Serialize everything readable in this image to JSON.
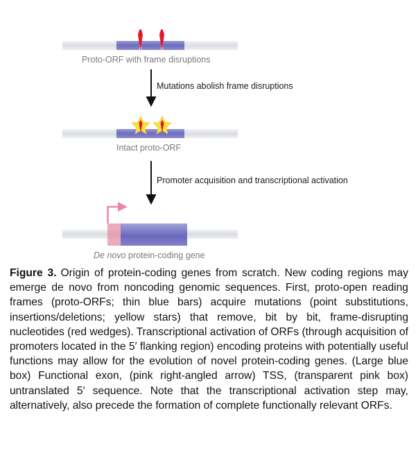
{
  "diagram": {
    "stage1_label": "Proto-ORF with frame disruptions",
    "step1_label": "Mutations abolish frame disruptions",
    "stage2_label": "Intact proto-ORF",
    "step2_label": "Promoter acquisition and transcriptional activation",
    "stage3_label_italic": "De novo",
    "stage3_label_rest": " protein-coding gene",
    "colors": {
      "genome_bar": "#dfe1e6",
      "orf_blue": "#7f7fc4",
      "exon_blue": "#6f6fc0",
      "wedge_red": "#e01a2a",
      "star_yellow": "#f7e23a",
      "tss_pink": "#e889a8",
      "utr_pink": "#e58fa6"
    }
  },
  "caption": {
    "label": "Figure 3.",
    "text": "Origin of protein-coding genes from scratch. New coding regions may emerge de novo from noncoding genomic sequences. First, proto-open reading frames (proto-ORFs; thin blue bars) acquire mutations (point substitutions, insertions/deletions; yellow stars) that remove, bit by bit, frame-disrupting nucleotides (red wedges). Transcriptional activation of ORFs (through acquisition of promoters located in the 5′ flanking region) encoding proteins with potentially useful functions may allow for the evolution of novel protein-coding genes. (Large blue box) Functional exon, (pink right-angled arrow) TSS, (transparent pink box) untranslated 5′ sequence. Note that the transcriptional activation step may, alternatively, also precede the formation of complete functionally relevant ORFs."
  }
}
